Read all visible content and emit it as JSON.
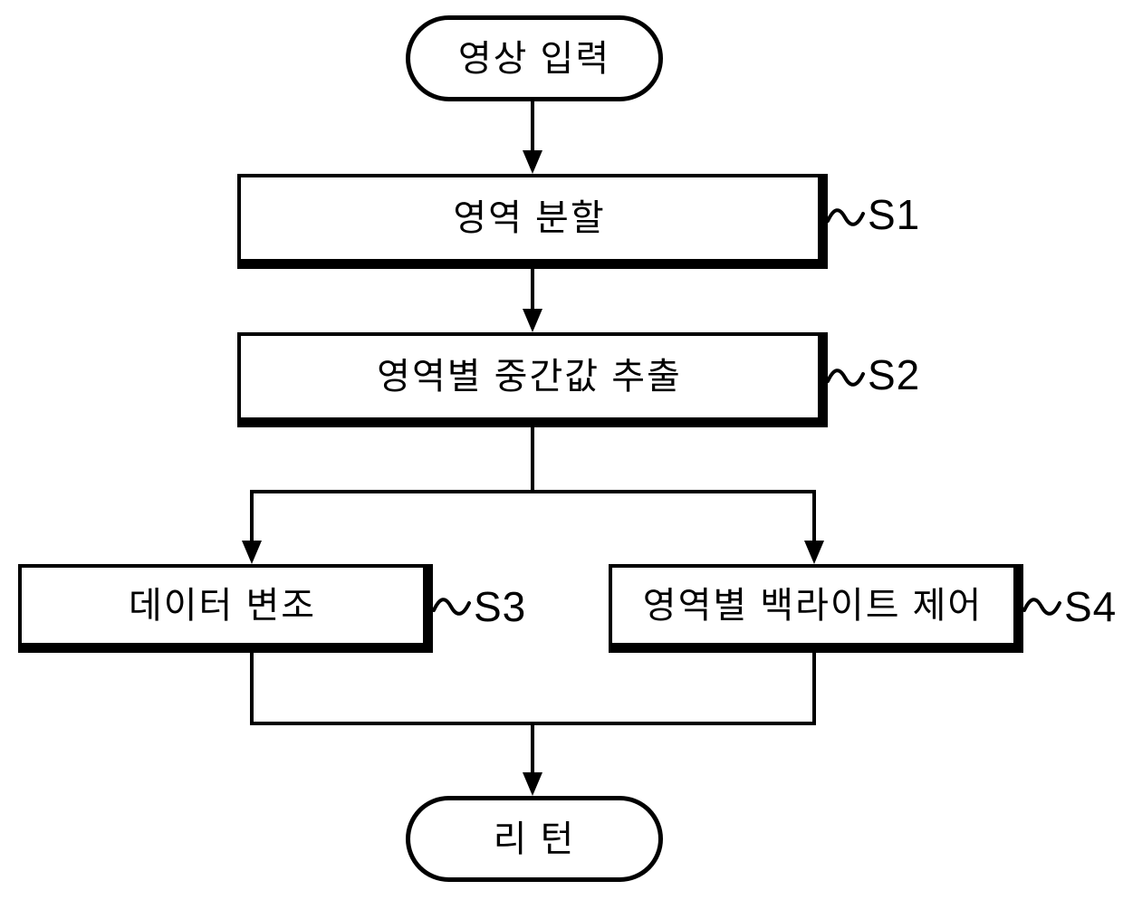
{
  "figure": {
    "type": "flowchart",
    "language": "ko",
    "colors": {
      "background": "#ffffff",
      "line": "#000000",
      "text": "#000000"
    },
    "nodes": {
      "start": {
        "shape": "terminator",
        "label": "영상 입력"
      },
      "s1": {
        "shape": "process",
        "label": "영역 분할",
        "step": "S1"
      },
      "s2": {
        "shape": "process",
        "label": "영역별 중간값 추출",
        "step": "S2"
      },
      "s3": {
        "shape": "process",
        "label": "데이터 변조",
        "step": "S3"
      },
      "s4": {
        "shape": "process",
        "label": "영역별 백라이트 제어",
        "step": "S4"
      },
      "end": {
        "shape": "terminator",
        "label": "리 턴"
      }
    },
    "edges": [
      {
        "from": "start",
        "to": "s1"
      },
      {
        "from": "s1",
        "to": "s2"
      },
      {
        "from": "s2",
        "to": "s3"
      },
      {
        "from": "s2",
        "to": "s4"
      },
      {
        "from": "s3",
        "to": "end"
      },
      {
        "from": "s4",
        "to": "end"
      }
    ]
  }
}
